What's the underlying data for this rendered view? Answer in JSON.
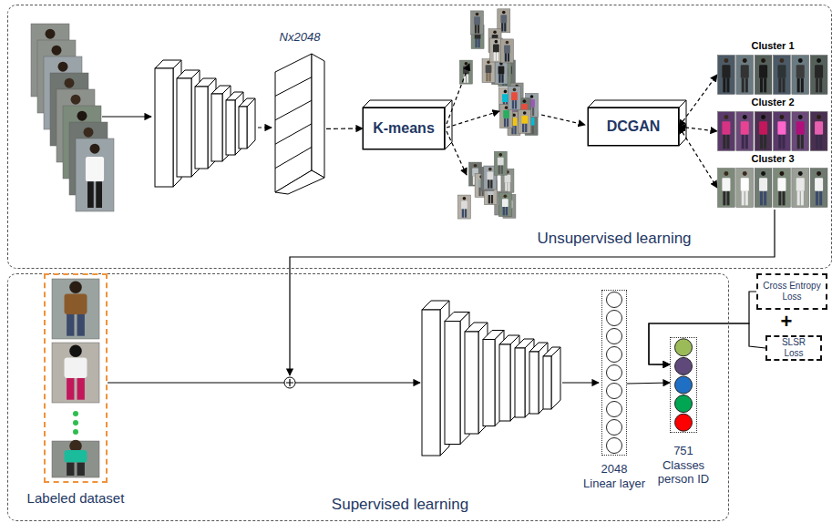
{
  "diagram": {
    "nodes": [
      {
        "text": [
          "Unsupervised learning"
        ]
      },
      {
        "text": [
          "Nx2048"
        ],
        "in": 0
      },
      {
        "text": [
          "K-means"
        ],
        "in": 0
      },
      {
        "text": [
          "DCGAN"
        ],
        "in": 0
      },
      {
        "text": [
          "Cluster 1"
        ],
        "in": 0
      },
      {
        "text": [
          "Cluster 2"
        ],
        "in": 0
      },
      {
        "text": [
          "Cluster 3"
        ],
        "in": 0
      },
      {
        "text": [
          "Supervised learning"
        ]
      },
      {
        "text": [
          "Labeled dataset"
        ],
        "in": 7
      },
      {
        "text": [
          "2048",
          "Linear layer"
        ],
        "in": 7
      },
      {
        "text": [
          "751",
          "Classes person ID"
        ],
        "in": 7
      },
      {
        "text": [
          "Cross Entropy Loss"
        ]
      },
      {
        "text": [
          "SLSR Loss"
        ]
      }
    ],
    "edges": [
      {
        "from": 1,
        "to": 2,
        "arrow": "to"
      },
      {
        "from": 3,
        "to": 4,
        "arrow": "both"
      },
      {
        "from": 3,
        "to": 5,
        "arrow": "both"
      },
      {
        "from": 3,
        "to": 6,
        "arrow": "both"
      },
      {
        "from": 9,
        "to": 10,
        "arrow": "to"
      },
      {
        "from": 11,
        "to": 10,
        "arrow": "to"
      },
      {
        "from": 12,
        "to": 10,
        "arrow": "to"
      }
    ],
    "labels": [
      "+"
    ]
  }
}
